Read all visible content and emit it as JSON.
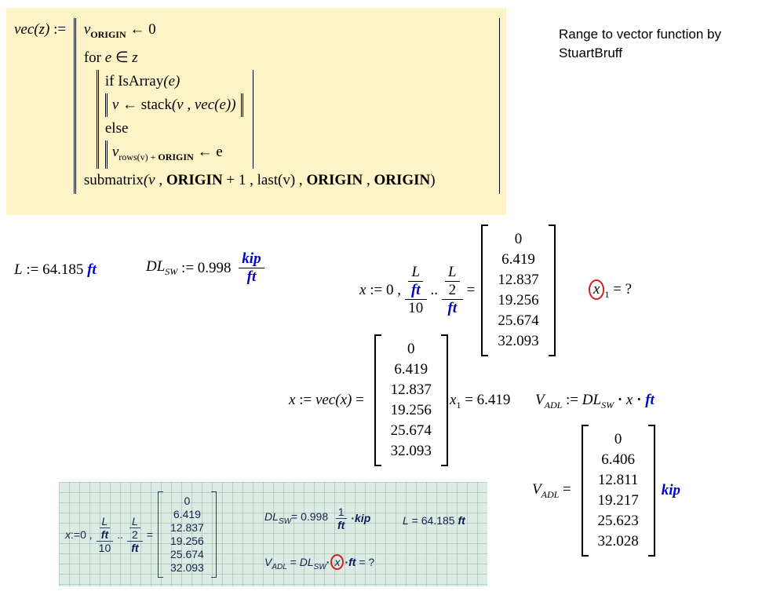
{
  "colors": {
    "unit_blue": "#0000cc",
    "program_bg": "#fcf3c6",
    "inset_bg": "#dcebe3",
    "error_red": "#cc2222",
    "inset_text": "#16234d"
  },
  "note": {
    "line1": "Range to vector function by",
    "line2": "StuartBruff"
  },
  "program": {
    "lhs_fn": "vec(z)",
    "lhs_op": " := ",
    "line1": {
      "v": "v",
      "sub": "ORIGIN",
      "arrow": " ← 0"
    },
    "line2": {
      "kw": "for ",
      "e": "e",
      "op": " ∈ ",
      "z": "z"
    },
    "line3": {
      "kw": "if IsArray",
      "args": "(e)"
    },
    "line4": {
      "v": "v",
      "arrow": " ← ",
      "fn": "stack",
      "args": "(v , vec(e))"
    },
    "line5": {
      "kw": "else"
    },
    "line6": {
      "v": "v",
      "sub1": "rows(v) + ",
      "sub2": "ORIGIN",
      "arrow": " ← e"
    },
    "line7": {
      "fn": "submatrix",
      "a": "(v , ",
      "o1": "ORIGIN",
      "b": " + 1 , last(v) , ",
      "o2": "ORIGIN",
      "c": " , ",
      "o3": "ORIGIN",
      "d": ")"
    }
  },
  "def_L": {
    "name": "L",
    "op": " := ",
    "value": "64.185 ",
    "unit": "ft"
  },
  "def_DL": {
    "name": "DL",
    "sub": "SW",
    "op": " := ",
    "value": "0.998 ",
    "unit_num": "kip",
    "unit_den": "ft"
  },
  "range_def": {
    "x": "x",
    "op": " := ",
    "zero": "0 ,",
    "f1_nn": "L",
    "f1_nd": "ft",
    "f1_d": "10",
    "dots": "..",
    "f2_nn": "L",
    "f2_nd": "2",
    "f2_d": "ft",
    "eq": "="
  },
  "matrix1": {
    "values": [
      "0",
      "6.419",
      "12.837",
      "19.256",
      "25.674",
      "32.093"
    ]
  },
  "x1_query": {
    "x": "x",
    "sub": "1",
    "eq": " = ?"
  },
  "vec_def": {
    "x": "x",
    "op": " := ",
    "fn": "vec",
    "arg": "(x)",
    "eq": " = "
  },
  "matrix2": {
    "values": [
      "0",
      "6.419",
      "12.837",
      "19.256",
      "25.674",
      "32.093"
    ]
  },
  "x1_result": {
    "x": "x",
    "sub": "1",
    "eq": " = 6.419"
  },
  "vadl_def": {
    "v": "V",
    "sub": "ADL",
    "op": " := ",
    "dl": "DL",
    "dlsub": "SW",
    "dot1": " · ",
    "x": "x",
    "dot2": " · ",
    "unit": "ft"
  },
  "vadl_result": {
    "v": "V",
    "sub": "ADL",
    "eq": " = ",
    "unit": "kip"
  },
  "matrix3": {
    "values": [
      "0",
      "6.406",
      "12.811",
      "19.217",
      "25.623",
      "32.028"
    ]
  },
  "inset": {
    "range": {
      "x": "x",
      "op": ":=",
      "zero": "0 ,",
      "f1_nn": "L",
      "f1_nd": "ft",
      "f1_d": "10",
      "dots": "..",
      "f2_nn": "L",
      "f2_nd": "2",
      "f2_d": "ft",
      "eq": "="
    },
    "matrix": {
      "values": [
        "0",
        "6.419",
        "12.837",
        "19.256",
        "25.674",
        "32.093"
      ]
    },
    "dl_line": {
      "name": "DL",
      "sub": "SW",
      "eq": "= 0.998 ",
      "f_n": "1",
      "f_d": "ft",
      "dot": "·",
      "unit": "kip"
    },
    "l_line": {
      "name": "L",
      "eq": " = 64.185 ",
      "unit": "ft"
    },
    "v_line": {
      "v": "V",
      "vsub": "ADL",
      "eq": " = ",
      "dl": "DL",
      "dlsub": "SW",
      "dot1": "·",
      "x": "x",
      "dot2": "·",
      "unit": "ft",
      "q": " = ?"
    }
  }
}
